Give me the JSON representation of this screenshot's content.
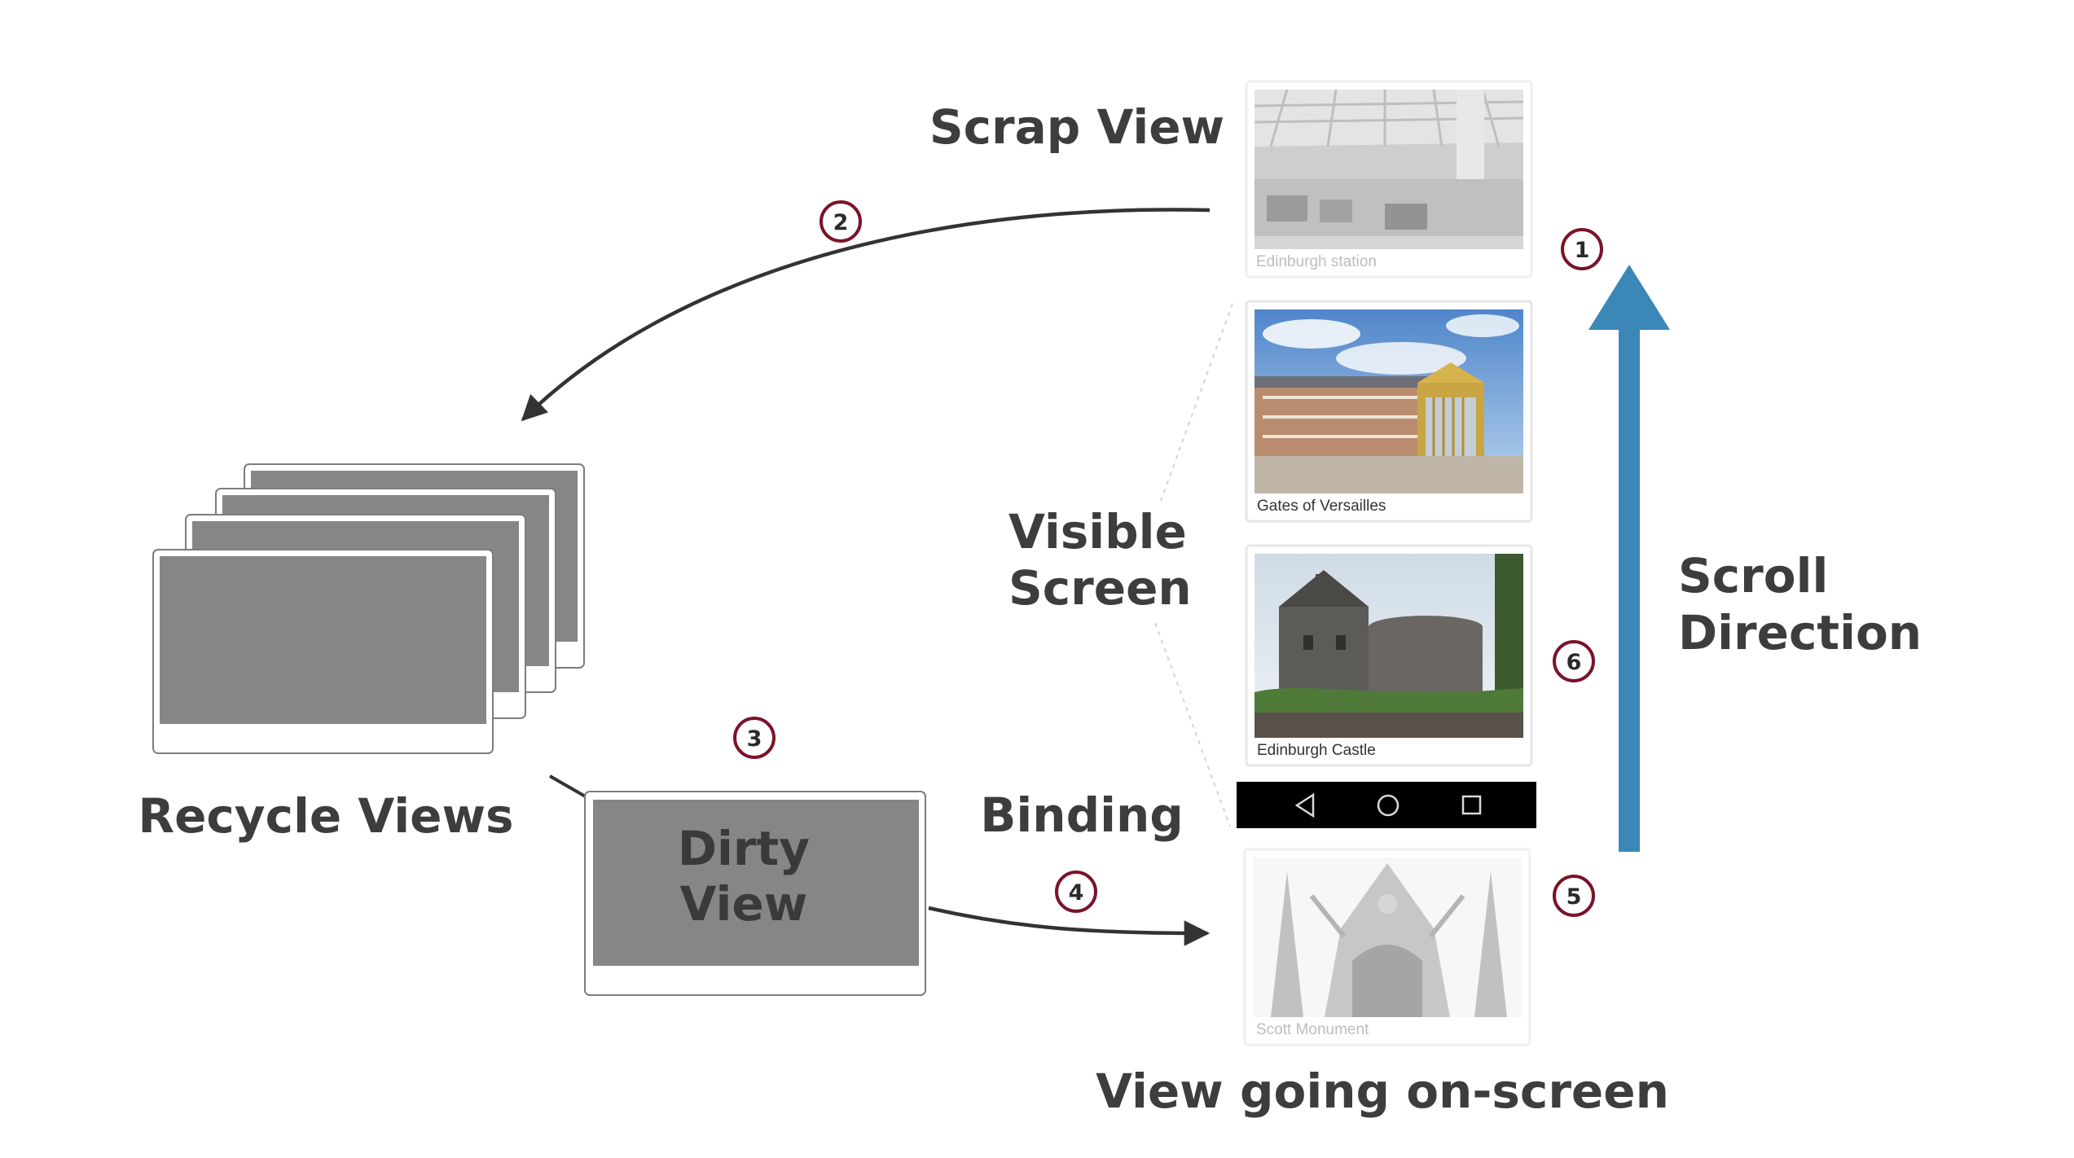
{
  "labels": {
    "scrap_view": "Scrap View",
    "visible_line1": "Visible",
    "visible_line2": "Screen",
    "scroll_line1": "Scroll",
    "scroll_line2": "Direction",
    "recycle_views": "Recycle Views",
    "binding": "Binding",
    "dirty_line1": "Dirty",
    "dirty_line2": "View",
    "going_onscreen": "View going on-screen"
  },
  "cards": [
    {
      "caption": "Edinburgh station",
      "faded": true
    },
    {
      "caption": "Gates of Versailles",
      "faded": false
    },
    {
      "caption": "Edinburgh Castle",
      "faded": false
    },
    {
      "caption": "Scott Monument",
      "faded": true
    }
  ],
  "steps": [
    "1",
    "2",
    "3",
    "4",
    "5",
    "6"
  ],
  "nav_icons": [
    "back-icon",
    "home-icon",
    "recents-icon"
  ],
  "colors": {
    "text": "#3d3d3d",
    "step_circle": "#7a1428",
    "scroll_arrow": "#3a87b8",
    "placeholder_gray": "#888888",
    "nav_bar": "#000000"
  }
}
